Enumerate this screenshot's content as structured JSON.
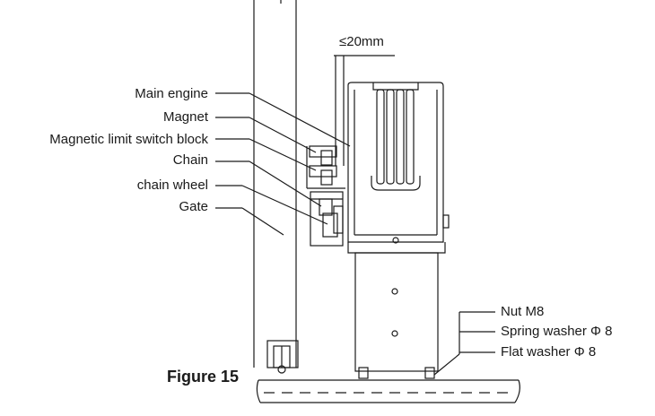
{
  "figure": {
    "caption": "Figure 15",
    "dimension_label": "≤20mm"
  },
  "callouts_left": [
    {
      "id": "main-engine",
      "label": "Main engine"
    },
    {
      "id": "magnet",
      "label": "Magnet"
    },
    {
      "id": "limit-switch",
      "label": "Magnetic limit switch block"
    },
    {
      "id": "chain",
      "label": "Chain"
    },
    {
      "id": "chain-wheel",
      "label": "chain wheel"
    },
    {
      "id": "gate",
      "label": "Gate"
    }
  ],
  "callouts_right": [
    {
      "id": "nut",
      "label": "Nut M8"
    },
    {
      "id": "spring-washer",
      "label": "Spring washer Φ 8"
    },
    {
      "id": "flat-washer",
      "label": "Flat washer Φ 8"
    }
  ],
  "colors": {
    "line": "#1a1a1a",
    "text": "#1a1a1a",
    "background": "#ffffff"
  }
}
